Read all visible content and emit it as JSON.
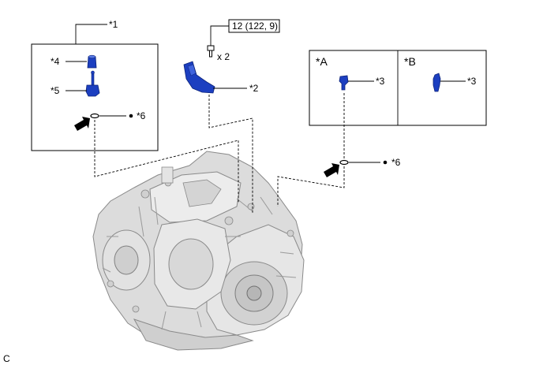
{
  "diagram": {
    "parts": {
      "p1": "*1",
      "p2": "*2",
      "p3a": "*3",
      "p3b": "*3",
      "p4": "*4",
      "p5": "*5",
      "p6_left": "*6",
      "p6_right": "*6"
    },
    "variants": {
      "a": "*A",
      "b": "*B"
    },
    "torque_spec": "12 (122, 9)",
    "bolt_quantity": "x 2",
    "figure_code": "C",
    "colors": {
      "part_blue": "#1c3fc0",
      "transmission_gray": "#d9d9d9",
      "arrow_black": "#000000"
    },
    "icons": {
      "pointer": "black-arrow-icon",
      "dot": "dot-marker-icon"
    }
  }
}
